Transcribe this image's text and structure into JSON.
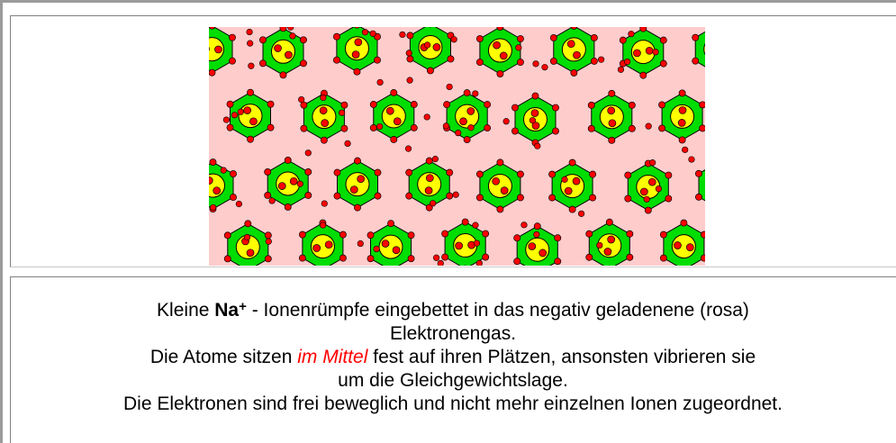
{
  "figure": {
    "colors": {
      "background": "#ffcccc",
      "ion_shell": "#00dd00",
      "ion_core": "#ffff00",
      "electron": "#ff0000",
      "outline": "#000000"
    }
  },
  "caption": {
    "line1_prefix": "Kleine ",
    "ion_symbol": "Na",
    "ion_charge": "+",
    "line1_suffix": " - Ionenrümpfe eingebettet in das negativ geladenene (rosa)",
    "line2": "Elektronengas.",
    "line3_prefix": "Die Atome sitzen ",
    "line3_emphasis": "im Mittel",
    "line3_suffix": " fest auf ihren Plätzen, ansonsten vibrieren sie",
    "line4": "um die Gleichgewichtslage.",
    "line5": "Die Elektronen sind frei beweglich und nicht mehr einzelnen Ionen zugeordnet."
  }
}
